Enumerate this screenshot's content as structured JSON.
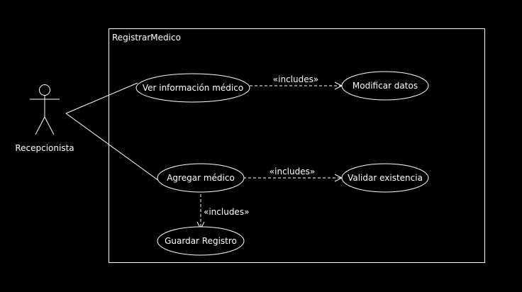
{
  "system": {
    "name": "RegistrarMedico"
  },
  "actor": {
    "name": "Recepcionista"
  },
  "use_cases": {
    "ver_informacion": "Ver información médico",
    "modificar_datos": "Modificar datos",
    "agregar_medico": "Agregar médico",
    "validar_existencia": "Validar existencia",
    "guardar_registro": "Guardar Registro"
  },
  "relations": {
    "ver_to_modificar": "«includes»",
    "agregar_to_validar": "«includes»",
    "agregar_to_guardar": "«includes»"
  },
  "colors": {
    "background": "#000000",
    "foreground": "#ffffff"
  }
}
